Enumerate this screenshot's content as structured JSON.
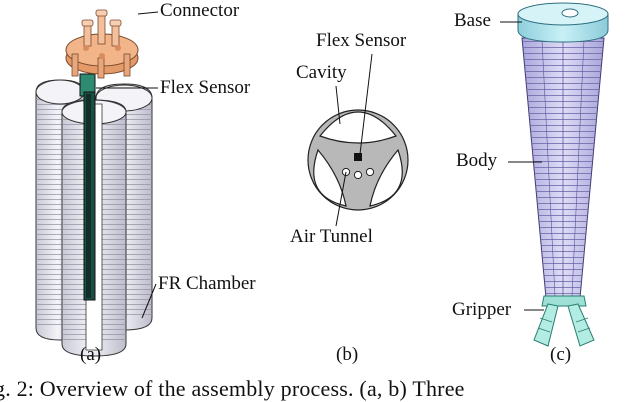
{
  "panel_a": {
    "labels": {
      "connector": "Connector",
      "flex_sensor": "Flex Sensor",
      "fr_chamber": "FR Chamber"
    },
    "sublabel": "(a)"
  },
  "panel_b": {
    "labels": {
      "flex_sensor": "Flex Sensor",
      "cavity": "Cavity",
      "air_tunnel": "Air Tunnel"
    },
    "sublabel": "(b)"
  },
  "panel_c": {
    "labels": {
      "base": "Base",
      "body": "Body",
      "gripper": "Gripper"
    },
    "sublabel": "(c)"
  },
  "caption": "g. 2: Overview of the assembly process. (a, b) Three",
  "colors": {
    "connector": "#f2b58a",
    "flex_sensor": "#1f6b5a",
    "chamber": "#e4e4ec",
    "base": "#a8e2ec",
    "body": "#c7c3ee",
    "gripper": "#9fe0d6"
  }
}
